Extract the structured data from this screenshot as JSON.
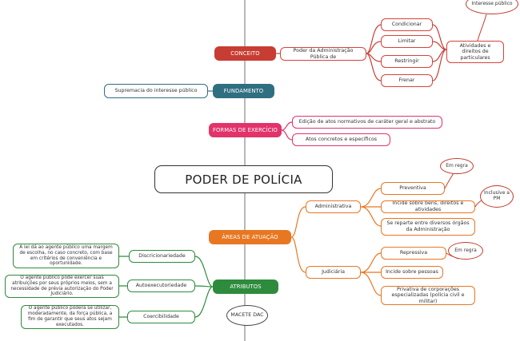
{
  "title": "PODER DE POLÍCIA",
  "conceito": {
    "hub": "CONCEITO",
    "definition": "Poder da Administração Pública de",
    "verbs": [
      "Condicionar",
      "Limitar",
      "Restringir",
      "Frenar"
    ],
    "target": "Atividades e direitos de particulares",
    "cloud": "Interesse público"
  },
  "fundamento": {
    "hub": "FUNDAMENTO",
    "text": "Supremacia do interesse público"
  },
  "formas": {
    "hub": "FORMAS DE EXERCÍCIO",
    "items": [
      "Edição de atos normativos de caráter geral e abstrato",
      "Atos concretos e específicos"
    ]
  },
  "areas": {
    "hub": "ÁREAS DE ATUAÇÃO",
    "administrativa": {
      "label": "Administrativa",
      "items": [
        "Preventiva",
        "Incide sobre bens, direitos e atividades",
        "Se reparte entre diversos órgãos da Administração"
      ],
      "clouds": [
        "Em regra",
        "Inclusive a PM"
      ]
    },
    "judiciaria": {
      "label": "Judiciária",
      "items": [
        "Repressiva",
        "Incide sobre pessoas",
        "Privativa de corporações especializadas (polícia civil e militar)"
      ],
      "clouds": [
        "Em regra"
      ]
    }
  },
  "atributos": {
    "hub": "ATRIBUTOS",
    "items": [
      {
        "name": "Discricionariedade",
        "desc": "A lei dá ao agente público uma margem de escolha, no caso concreto, com base em critérios de conveniência e oportunidade."
      },
      {
        "name": "Autoexecutoriedade",
        "desc": "O agente público pode exercer suas atribuições por seus próprios meios, sem a necessidade de prévia autorização do Poder Judiciário."
      },
      {
        "name": "Coercibilidade",
        "desc": "O agente público poderá se utilizar, moderadamente, da força pública, a fim de garantir que seus atos sejam executados."
      }
    ],
    "macete": "MACETE DAC"
  },
  "colors": {
    "conceito": "#c73d33",
    "fundamento": "#2f6f80",
    "formas": "#e2336b",
    "areas": "#e87722",
    "atributos": "#2e8b3d",
    "trunk": "#9a9a9a"
  }
}
